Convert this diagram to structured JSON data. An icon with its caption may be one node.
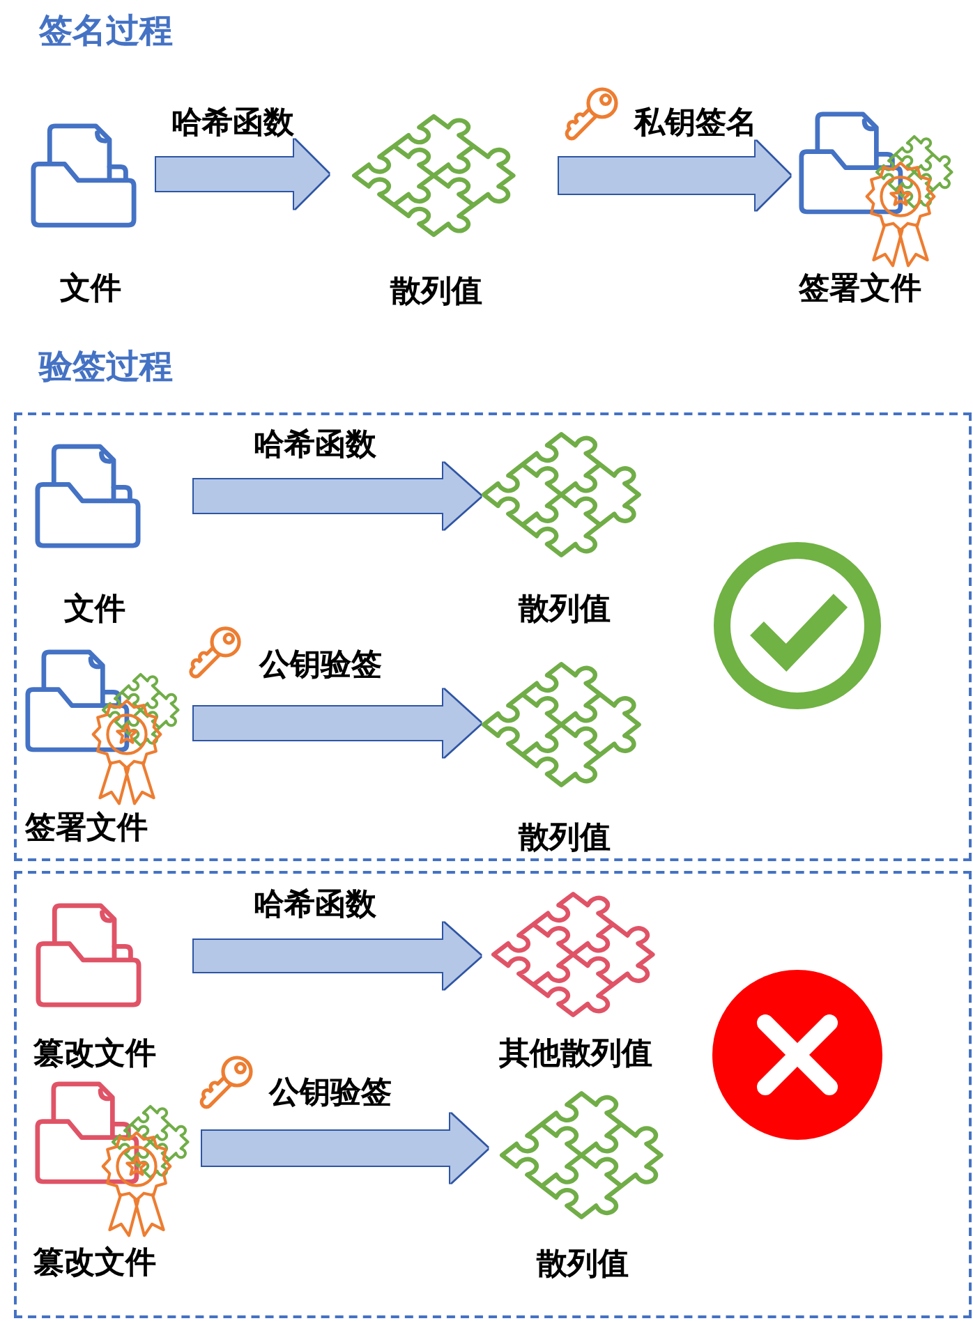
{
  "diagram": {
    "nodes": [
      {
        "text": [
          "文件"
        ]
      },
      {
        "text": [
          "散列值"
        ]
      },
      {
        "text": [
          "签署文件"
        ]
      },
      {
        "text": [],
        "shape": "box"
      },
      {
        "text": [
          "文件"
        ],
        "in": 3
      },
      {
        "text": [
          "散列值"
        ],
        "in": 3
      },
      {
        "text": [
          "签署文件"
        ],
        "in": 3
      },
      {
        "text": [
          "散列值"
        ],
        "in": 3
      },
      {
        "text": [],
        "shape": "box"
      },
      {
        "text": [
          "篡改文件"
        ],
        "in": 8
      },
      {
        "text": [
          "其他散列值"
        ],
        "in": 8
      },
      {
        "text": [
          "篡改文件"
        ],
        "in": 8
      },
      {
        "text": [
          "散列值"
        ],
        "in": 8
      }
    ],
    "edges": [
      {
        "from": 0,
        "to": 1,
        "arrow": "to",
        "label": "哈希函数"
      },
      {
        "from": 1,
        "to": 2,
        "arrow": "to",
        "label": "私钥签名"
      },
      {
        "from": 4,
        "to": 5,
        "arrow": "to",
        "label": "哈希函数"
      },
      {
        "from": 6,
        "to": 7,
        "arrow": "to",
        "label": "公钥验签"
      },
      {
        "from": 9,
        "to": 10,
        "arrow": "to",
        "label": "哈希函数"
      },
      {
        "from": 11,
        "to": 12,
        "arrow": "to",
        "label": "公钥验签"
      }
    ],
    "labels": [
      "签名过程",
      "验签过程"
    ]
  }
}
